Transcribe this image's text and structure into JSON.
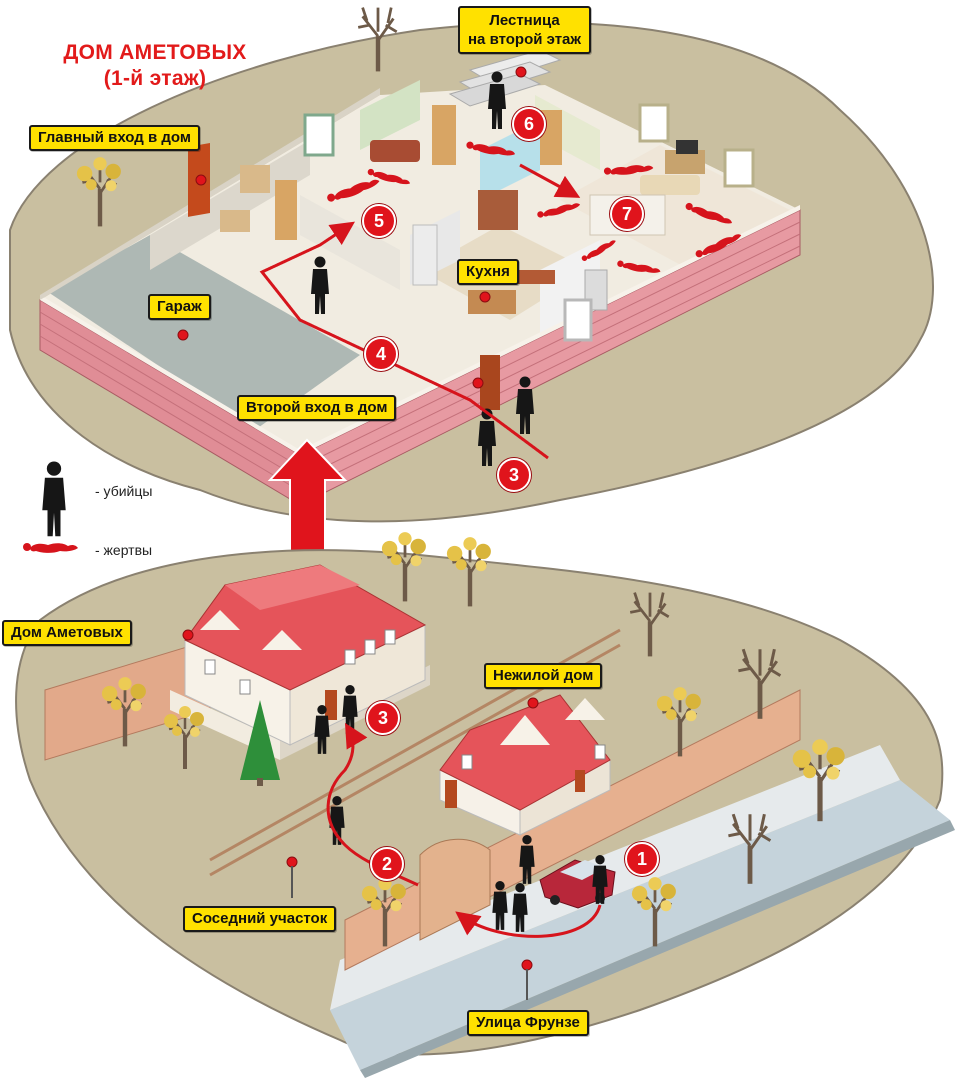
{
  "title": {
    "line1": "ДОМ АМЕТОВЫХ",
    "line2": "(1-й этаж)"
  },
  "floor_plan": {
    "labels": {
      "stairs_line1": "Лестница",
      "stairs_line2": "на второй этаж",
      "main_entrance": "Главный вход в дом",
      "garage": "Гараж",
      "kitchen": "Кухня",
      "second_entrance": "Второй вход в дом"
    },
    "steps": [
      "3",
      "4",
      "5",
      "6",
      "7"
    ]
  },
  "legend": {
    "killers": "- убийцы",
    "victims": "- жертвы"
  },
  "site_map": {
    "labels": {
      "ametov_house": "Дом Аметовых",
      "empty_house": "Нежилой дом",
      "neighbor_plot": "Соседний участок",
      "street": "Улица Фрунзе"
    },
    "steps": [
      "1",
      "2",
      "3"
    ]
  },
  "colors": {
    "accent_red": "#e0141c",
    "callout_yellow": "#ffe100",
    "brick_wall": "#e08d96",
    "ground": "#c9bfa0",
    "road": "#c5d3db"
  }
}
